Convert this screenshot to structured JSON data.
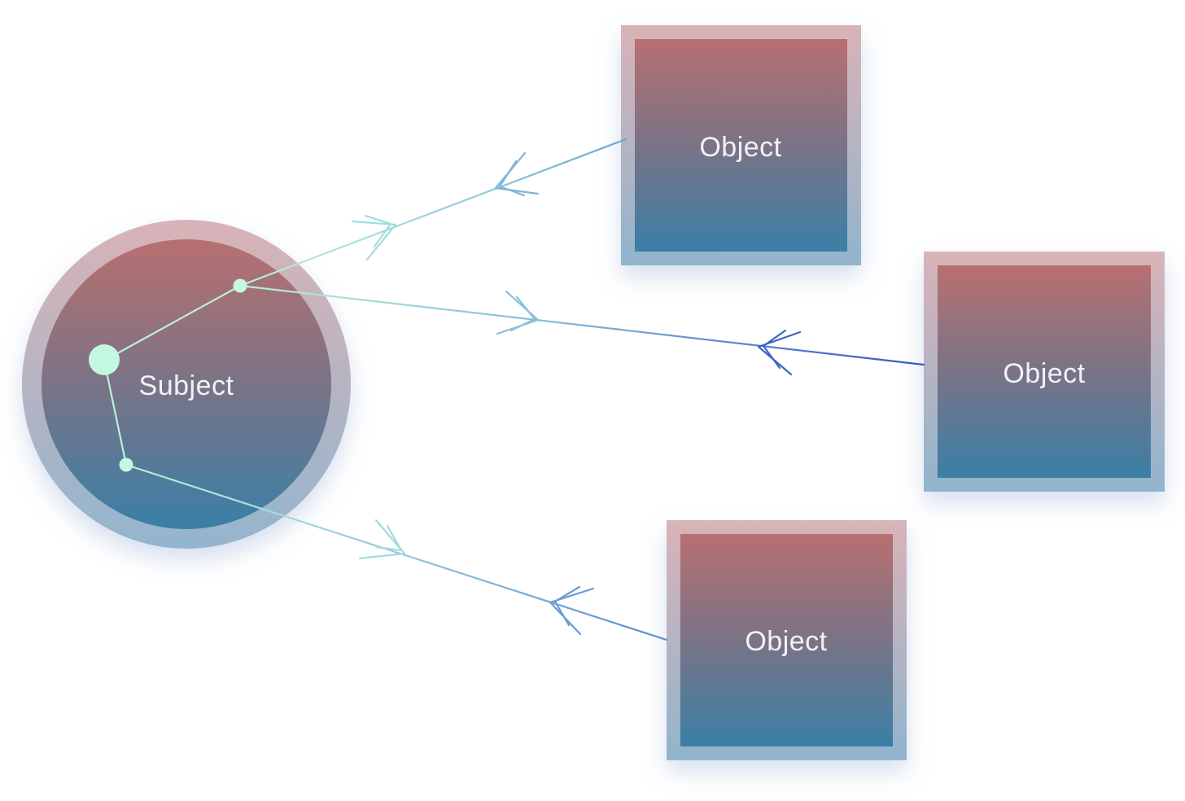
{
  "subject": {
    "label": "Subject"
  },
  "objects": [
    {
      "label": "Object"
    },
    {
      "label": "Object"
    },
    {
      "label": "Object"
    }
  ],
  "colors": {
    "fill_top": "#b87070",
    "fill_bottom": "#3a7fa6",
    "frame_top": "#d8b4b8",
    "frame_bottom": "#93b4cd",
    "connector_light": "#b8f2d8",
    "arrow_mid": "#7fb4d4",
    "arrow_dark": "#3a62c8"
  }
}
